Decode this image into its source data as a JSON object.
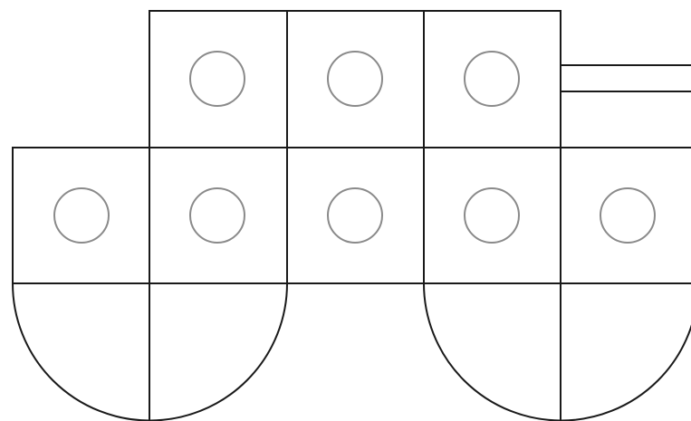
{
  "diagram": {
    "stroke_color": "#1a1a1a",
    "circle_color": "#8a8a8a",
    "background": "#ffffff",
    "top_row_cells": 3,
    "middle_row_cells": 5,
    "wheels": 2,
    "circles": 8
  }
}
